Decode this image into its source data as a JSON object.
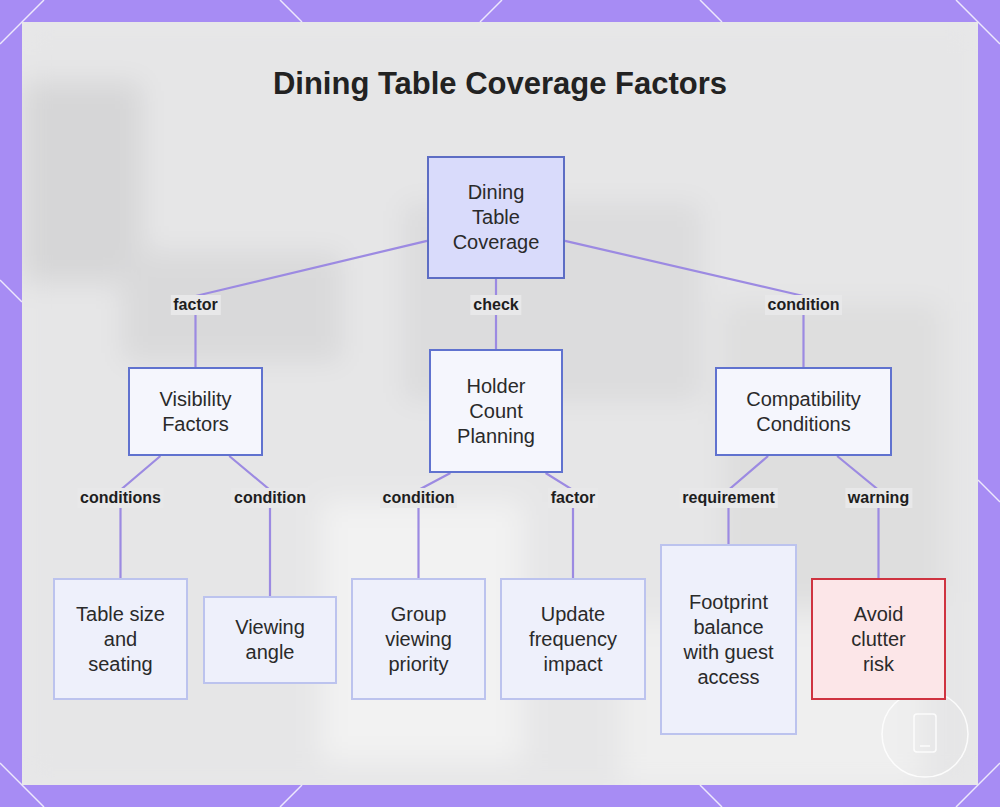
{
  "diagram": {
    "title": "Dining Table Coverage Factors",
    "nodes": [
      {
        "text": [
          "Dining Table Coverage"
        ]
      },
      {
        "text": [
          "Visibility Factors"
        ]
      },
      {
        "text": [
          "Holder Count Planning"
        ]
      },
      {
        "text": [
          "Compatibility Conditions"
        ]
      },
      {
        "text": [
          "Table size and seating"
        ]
      },
      {
        "text": [
          "Viewing angle"
        ]
      },
      {
        "text": [
          "Group viewing priority"
        ]
      },
      {
        "text": [
          "Update frequency impact"
        ]
      },
      {
        "text": [
          "Footprint balance with guest access"
        ]
      },
      {
        "text": [
          "Avoid clutter risk"
        ]
      }
    ],
    "edges": [
      {
        "from": 0,
        "to": 1,
        "label": "factor",
        "arrow": "none"
      },
      {
        "from": 0,
        "to": 2,
        "label": "check",
        "arrow": "none"
      },
      {
        "from": 0,
        "to": 3,
        "label": "condition",
        "arrow": "none"
      },
      {
        "from": 1,
        "to": 4,
        "label": "conditions",
        "arrow": "none"
      },
      {
        "from": 1,
        "to": 5,
        "label": "condition",
        "arrow": "none"
      },
      {
        "from": 2,
        "to": 6,
        "label": "condition",
        "arrow": "none"
      },
      {
        "from": 2,
        "to": 7,
        "label": "factor",
        "arrow": "none"
      },
      {
        "from": 3,
        "to": 8,
        "label": "requirement",
        "arrow": "none"
      },
      {
        "from": 3,
        "to": 9,
        "label": "warning",
        "arrow": "none"
      }
    ]
  }
}
